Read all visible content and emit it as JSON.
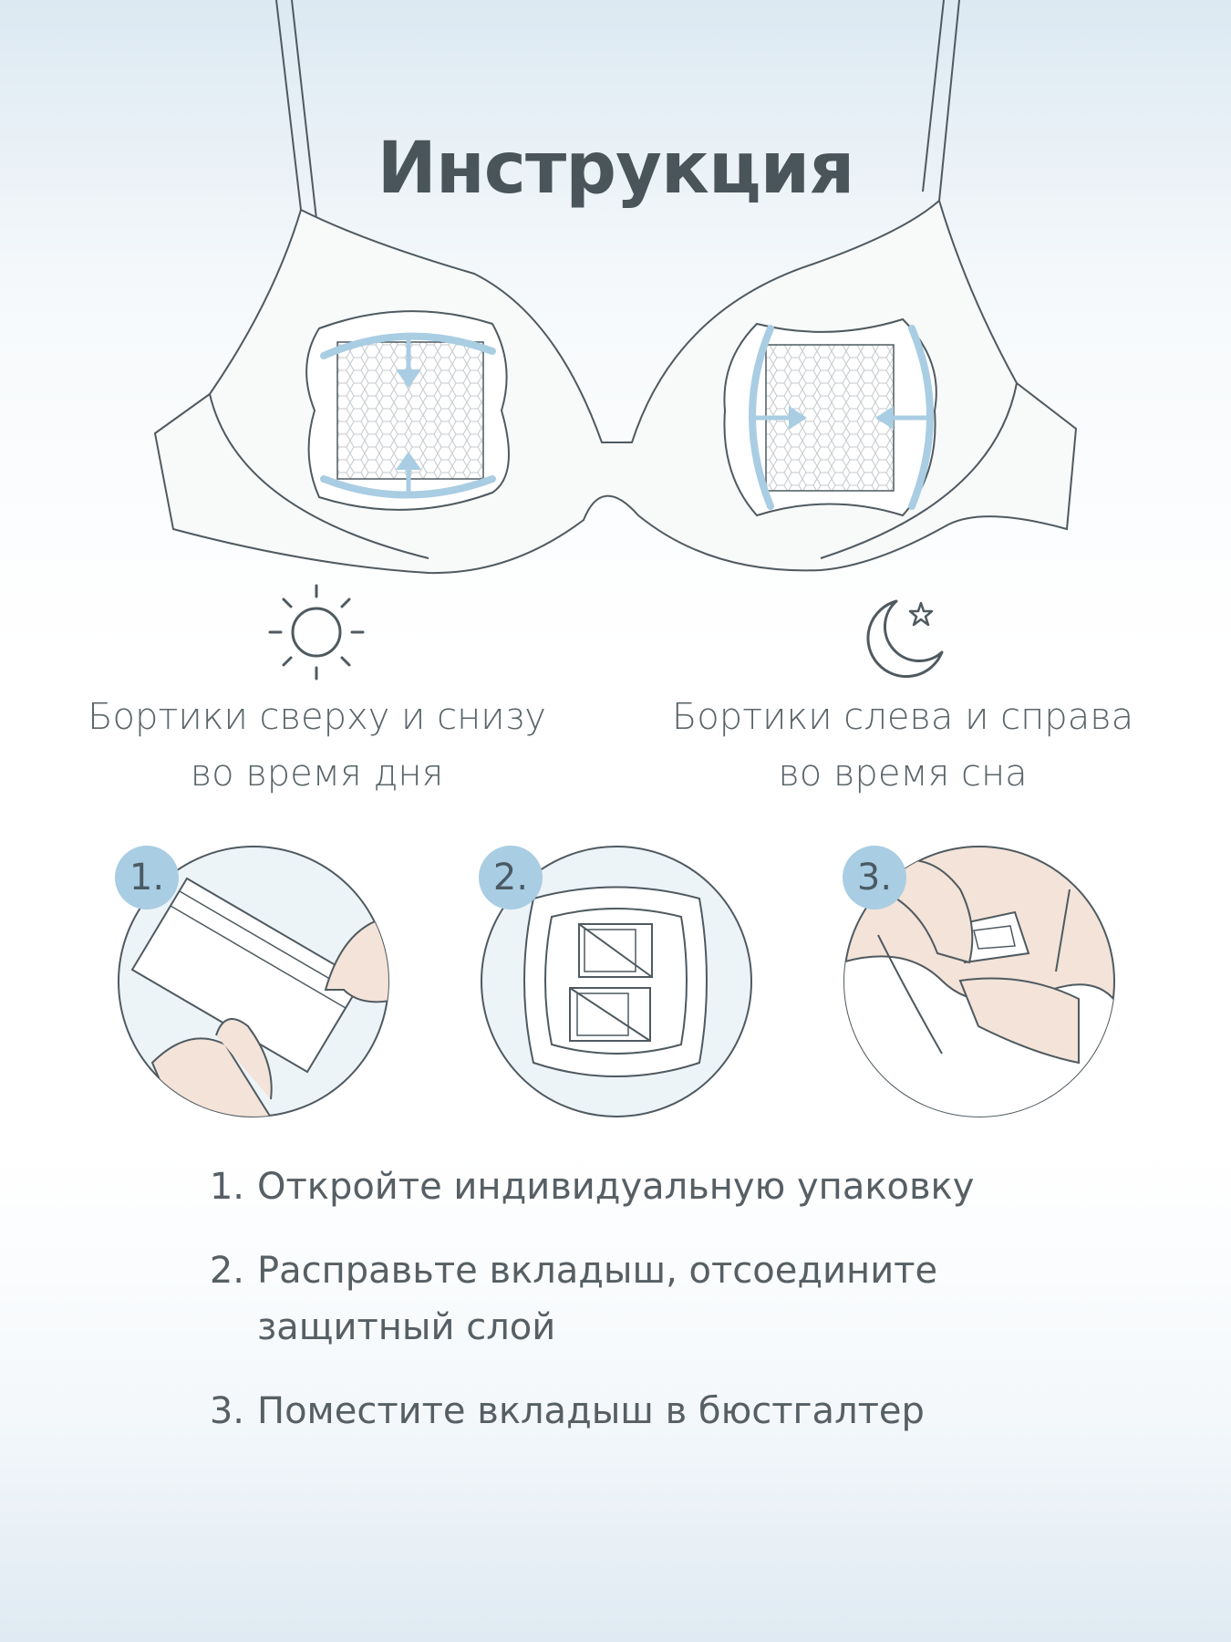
{
  "title": "Инструкция",
  "day_mode": {
    "icon": "sun-icon",
    "line1": "Бортики сверху и снизу",
    "line2": "во время дня"
  },
  "night_mode": {
    "icon": "moon-star-icon",
    "line1": "Бортики слева и справа",
    "line2": "во время сна"
  },
  "steps": [
    {
      "badge": "1.",
      "number": "1.",
      "line1": "Откройте индивидуальную упаковку",
      "line2": ""
    },
    {
      "badge": "2.",
      "number": "2.",
      "line1": "Расправьте вкладыш, отсоедините",
      "line2": "защитный слой"
    },
    {
      "badge": "3.",
      "number": "3.",
      "line1": "Поместите вкладыш в бюстгалтер",
      "line2": ""
    }
  ],
  "colors": {
    "accent_blue": "#a9cde3",
    "line_gray": "#4f5a60",
    "skin": "#f3e3d8"
  }
}
